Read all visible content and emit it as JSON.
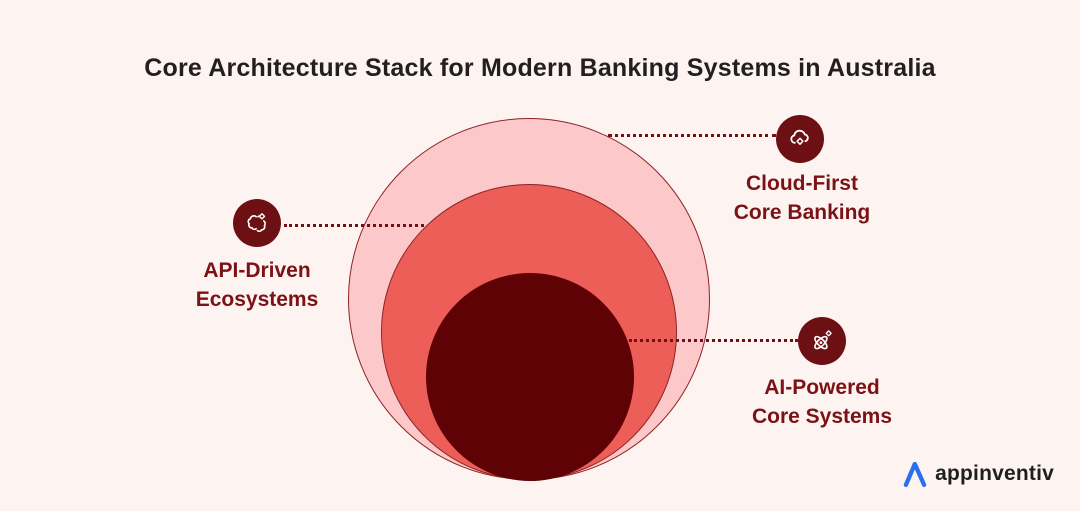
{
  "title": "Core Architecture Stack for Modern Banking Systems in Australia",
  "diagram": {
    "type": "nested-circles",
    "rings": [
      {
        "name": "Cloud-First Core Banking",
        "level": "outer",
        "fill": "#fdc8ca"
      },
      {
        "name": "API-Driven Ecosystems",
        "level": "middle",
        "fill": "#ec5e57"
      },
      {
        "name": "AI-Powered Core Systems",
        "level": "inner",
        "fill": "#5e0205"
      }
    ]
  },
  "callouts": {
    "cloud": {
      "line1": "Cloud-First",
      "line2": "Core Banking",
      "icon": "cloud-sparkle-icon"
    },
    "api": {
      "line1": "API-Driven",
      "line2": "Ecosystems",
      "icon": "brain-sparkle-icon"
    },
    "ai": {
      "line1": "AI-Powered",
      "line2": "Core Systems",
      "icon": "atom-sparkle-icon"
    }
  },
  "colors": {
    "background": "#fdf3f1",
    "title_text": "#231f20",
    "label_text": "#7c1215",
    "ring_stroke": "#8d2323",
    "badge_fill": "#6d1014",
    "connector": "#701114",
    "logo_blue": "#2b6ff0"
  },
  "logo": {
    "text": "appinventiv"
  }
}
